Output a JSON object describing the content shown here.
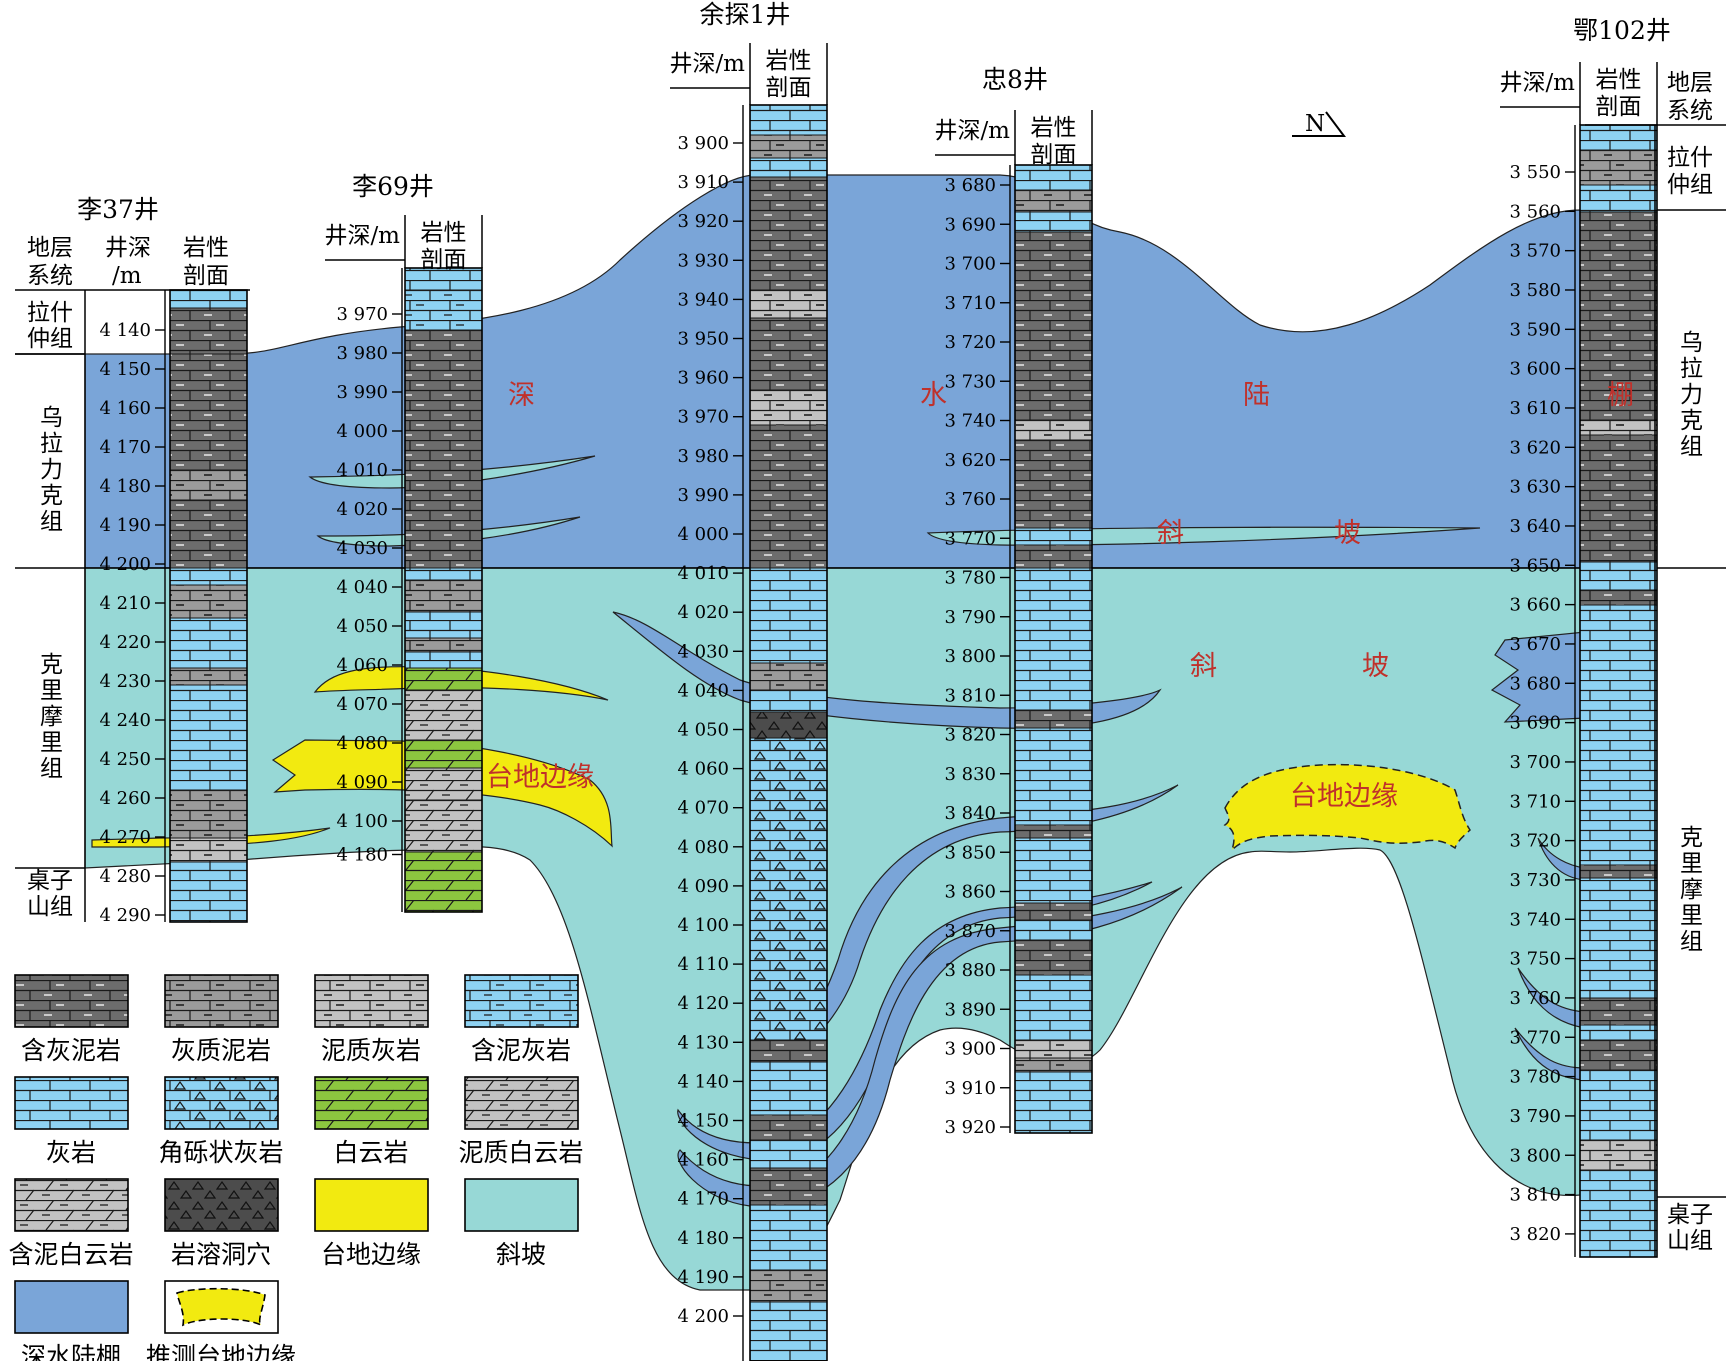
{
  "colors": {
    "deep_water": "#7aa5d8",
    "slope": "#97d8d6",
    "margin": "#f2ea10",
    "limestone": "#8ed2f2",
    "mudstone_dark": "#6d6d6d",
    "mudstone_mid": "#9b9b9b",
    "mud_limestone": "#c2c2c2",
    "dolomite": "#8cc63f",
    "cave": "#4c4c4c",
    "facies_text": "#c0312b"
  },
  "headers": {
    "strat": [
      "地层",
      "系统"
    ],
    "depth": [
      "井深",
      "/m"
    ],
    "depth_inline": "井深/m",
    "litho": [
      "岩性",
      "剖面"
    ]
  },
  "north_label": "N",
  "wells": [
    {
      "name": "李37井",
      "ticks": [
        "4 140",
        "4 150",
        "4 160",
        "4 170",
        "4 180",
        "4 190",
        "4 200",
        "4 210",
        "4 220",
        "4 230",
        "4 240",
        "4 250",
        "4 260",
        "4 270",
        "4 280",
        "4 290"
      ]
    },
    {
      "name": "李69井",
      "ticks": [
        "3 970",
        "3 980",
        "3 990",
        "4 000",
        "4 010",
        "4 020",
        "4 030",
        "4 040",
        "4 050",
        "4 060",
        "4 070",
        "4 080",
        "4 090",
        "4 100",
        "4 180"
      ]
    },
    {
      "name": "余探1井",
      "ticks": [
        "3 900",
        "3 910",
        "3 920",
        "3 930",
        "3 940",
        "3 950",
        "3 960",
        "3 970",
        "3 980",
        "3 990",
        "4 000",
        "4 010",
        "4 020",
        "4 030",
        "4 040",
        "4 050",
        "4 060",
        "4 070",
        "4 080",
        "4 090",
        "4 100",
        "4 110",
        "4 120",
        "4 130",
        "4 140",
        "4 150",
        "4 160",
        "4 170",
        "4 180",
        "4 190",
        "4 200"
      ]
    },
    {
      "name": "忠8井",
      "ticks": [
        "3 680",
        "3 690",
        "3 700",
        "3 710",
        "3 720",
        "3 730",
        "3 740",
        "3 620",
        "3 760",
        "3 770",
        "3 780",
        "3 790",
        "3 800",
        "3 810",
        "3 820",
        "3 830",
        "3 840",
        "3 850",
        "3 860",
        "3 870",
        "3 880",
        "3 890",
        "3 900",
        "3 910",
        "3 920"
      ]
    },
    {
      "name": "鄂102井",
      "ticks": [
        "3 550",
        "3 560",
        "3 570",
        "3 580",
        "3 590",
        "3 600",
        "3 610",
        "3 620",
        "3 630",
        "3 640",
        "3 650",
        "3 660",
        "3 670",
        "3 680",
        "3 690",
        "3 700",
        "3 710",
        "3 720",
        "3 730",
        "3 740",
        "3 750",
        "3 760",
        "3 770",
        "3 780",
        "3 790",
        "3 800",
        "3 810",
        "3 820"
      ]
    }
  ],
  "formations": {
    "lashizhong": [
      "拉什",
      "仲组"
    ],
    "wulalike": [
      "乌",
      "拉",
      "力",
      "克",
      "组"
    ],
    "kelimoli": [
      "克",
      "里",
      "摩",
      "里",
      "组"
    ],
    "zhuozishan": [
      "桌子",
      "山组"
    ]
  },
  "facies_labels": {
    "deep": [
      "深",
      "水",
      "陆",
      "棚"
    ],
    "slope_upper": [
      "斜",
      "坡"
    ],
    "slope_lower": [
      "斜",
      "坡"
    ],
    "margin_left": "台地边缘",
    "margin_right": "台地边缘"
  },
  "legend": [
    {
      "label": "含灰泥岩",
      "swatch": "mud-dark"
    },
    {
      "label": "灰质泥岩",
      "swatch": "mud-mid"
    },
    {
      "label": "泥质灰岩",
      "swatch": "mud-lime"
    },
    {
      "label": "含泥灰岩",
      "swatch": "lime-mud"
    },
    {
      "label": "灰岩",
      "swatch": "limestone"
    },
    {
      "label": "角砾状灰岩",
      "swatch": "breccia"
    },
    {
      "label": "白云岩",
      "swatch": "dolomite"
    },
    {
      "label": "泥质白云岩",
      "swatch": "mud-dolo"
    },
    {
      "label": "含泥白云岩",
      "swatch": "mud-dolo2"
    },
    {
      "label": "岩溶洞穴",
      "swatch": "cave"
    },
    {
      "label": "台地边缘",
      "swatch": "margin"
    },
    {
      "label": "斜坡",
      "swatch": "slope"
    },
    {
      "label": "深水陆棚",
      "swatch": "deep"
    },
    {
      "label": "推测台地边缘",
      "swatch": "inferred"
    }
  ]
}
